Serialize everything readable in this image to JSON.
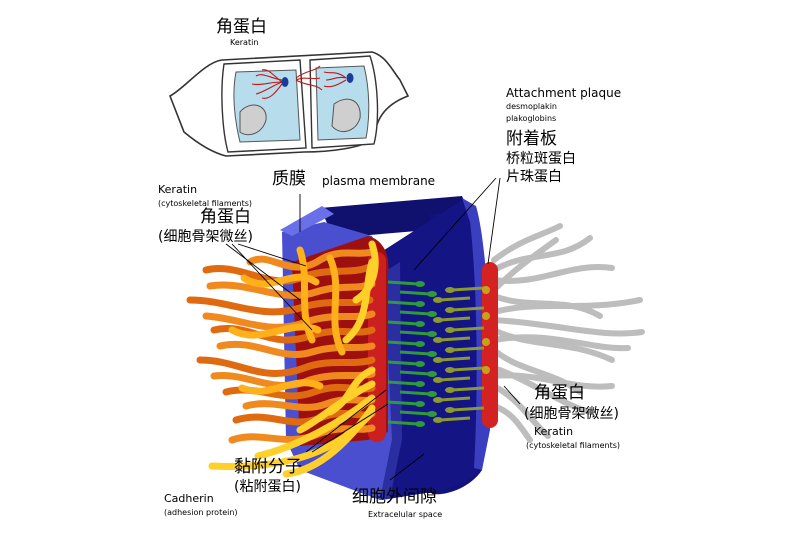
{
  "labels": {
    "top_keratin_cn": "角蛋白",
    "top_keratin_en": "Keratin",
    "plaque_en": "Attachment plaque",
    "plaque_desmoplakin": "desmoplakin",
    "plaque_plakoglobins": "plakoglobins",
    "plaque_cn": "附着板",
    "plaque_cn_sub1": "桥粒斑蛋白",
    "plaque_cn_sub2": "片珠蛋白",
    "membrane_cn": "质膜",
    "membrane_en": "plasma membrane",
    "left_keratin_en": "Keratin",
    "left_keratin_en_sub": "(cytoskeletal filaments)",
    "left_keratin_cn": "角蛋白",
    "left_keratin_cn_sub": "(细胞骨架微丝)",
    "right_keratin_cn": "角蛋白",
    "right_keratin_cn_sub": "(细胞骨架微丝)",
    "right_keratin_en": "Keratin",
    "right_keratin_en_sub": "(cytoskeletal filaments)",
    "adhesion_cn": "黏附分子",
    "adhesion_cn_sub": "(粘附蛋白)",
    "cadherin_en": "Cadherin",
    "cadherin_en_sub": "(adhesion protein)",
    "extracellular_cn": "细胞外间隙",
    "extracellular_en": "Extracelular space"
  },
  "colors": {
    "membrane_blue": "#4a4fd0",
    "membrane_dark": "#10106e",
    "plaque_red": "#b01515",
    "keratin_orange": "#f08a1e",
    "keratin_yellow": "#ffd02a",
    "keratin_gray": "#bdbdbd",
    "cadherin_green": "#2f9a3c",
    "cadherin_olive": "#8a9a30"
  }
}
